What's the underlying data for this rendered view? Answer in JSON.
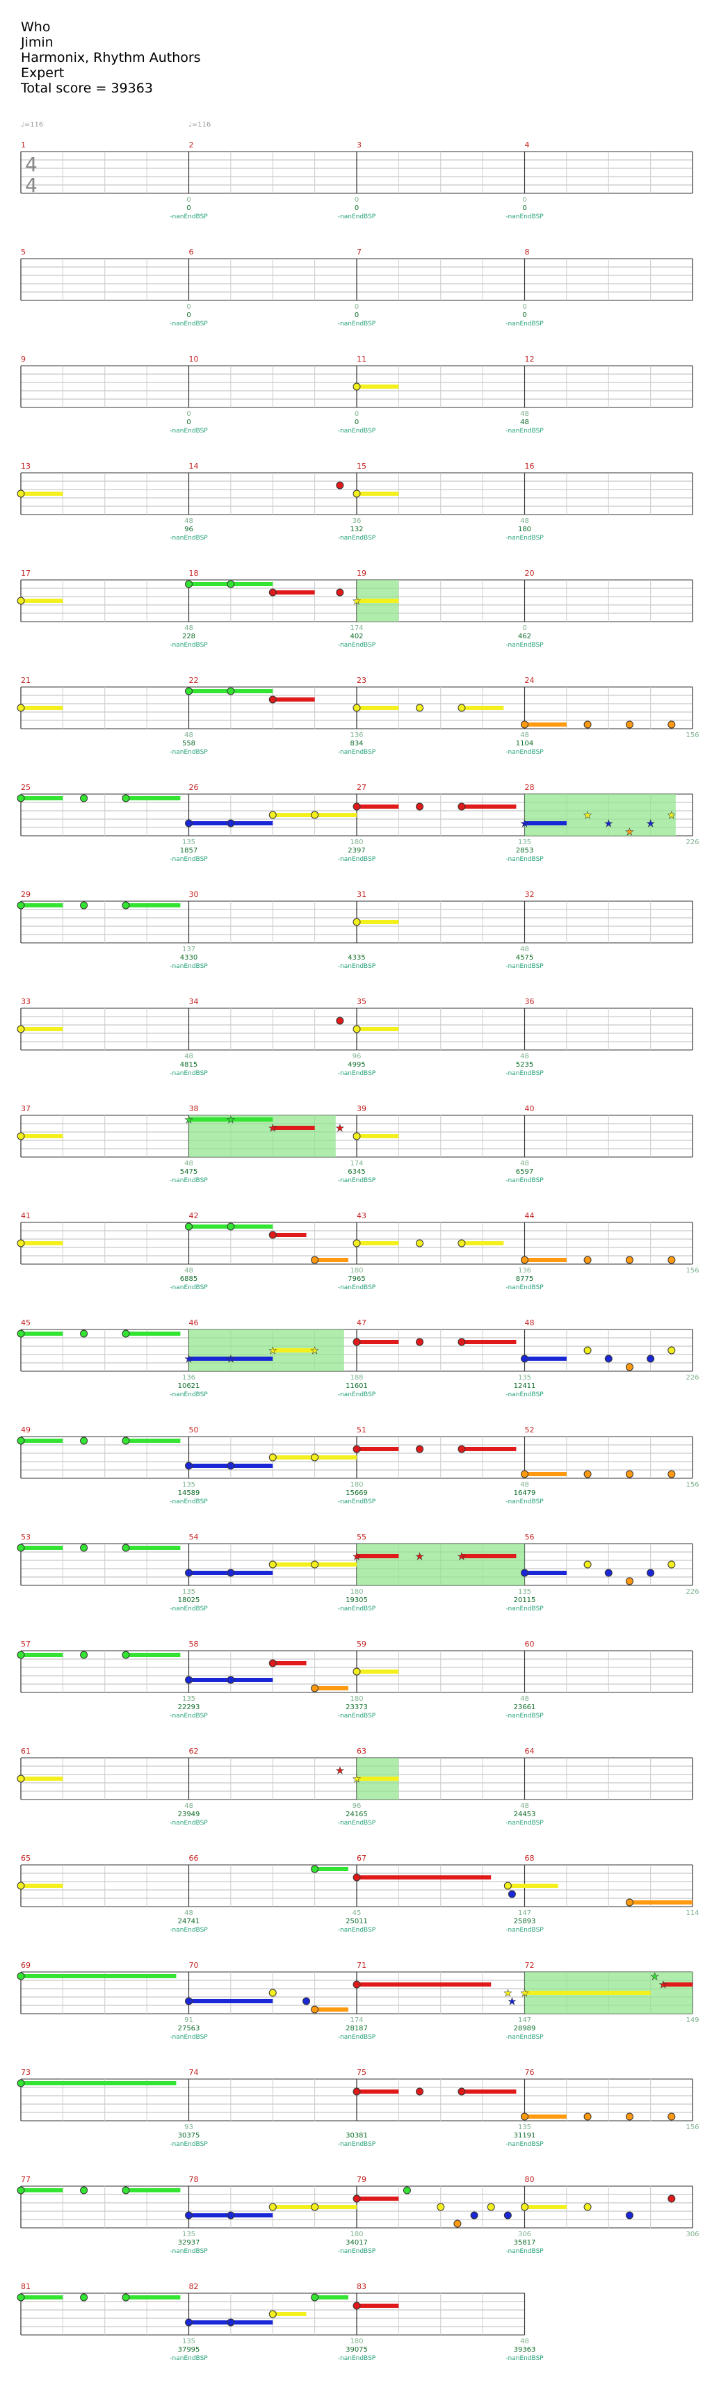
{
  "header": {
    "song_title": "Who",
    "artist": "Jimin",
    "charter": "Harmonix, Rhythm Authors",
    "difficulty": "Expert",
    "total_score": "Total score = 39363"
  },
  "tempo_markers": [
    "♩=116",
    "♩=116"
  ],
  "time_signature": [
    "4",
    "4"
  ],
  "colors": {
    "green": "#33e433",
    "red": "#e01a1a",
    "yellow": "#f4f01e",
    "blue": "#1a27d6",
    "orange": "#ff9a10",
    "measure_number": "#c42020",
    "score_text": "#0f6e2a",
    "mult_text": "#7fb38f",
    "sp_text": "#22a07a",
    "sp_fill": "#8fe58a"
  },
  "sp_label": "-nanEndBSP",
  "chart_data": {
    "type": "rhythm-game-chart",
    "rows": [
      {
        "measures": [
          1,
          2,
          3,
          4
        ],
        "mults": [
          "",
          "0",
          "0",
          "0"
        ],
        "scores": [
          "",
          "0",
          "0",
          "0"
        ],
        "sp": [
          false,
          true,
          true,
          true
        ]
      },
      {
        "measures": [
          5,
          6,
          7,
          8
        ],
        "mults": [
          "",
          "0",
          "0",
          "0"
        ],
        "scores": [
          "",
          "0",
          "0",
          "0"
        ],
        "sp": [
          false,
          true,
          true,
          true
        ]
      },
      {
        "measures": [
          9,
          10,
          11,
          12
        ],
        "mults": [
          "",
          "0",
          "0",
          "48"
        ],
        "scores": [
          "",
          "0",
          "0",
          "48"
        ],
        "sp": [
          false,
          true,
          true,
          true
        ]
      },
      {
        "measures": [
          13,
          14,
          15,
          16
        ],
        "mults": [
          "",
          "48",
          "36",
          "48"
        ],
        "scores": [
          "",
          "96",
          "132",
          "180"
        ],
        "sp": [
          false,
          true,
          true,
          true
        ]
      },
      {
        "measures": [
          17,
          18,
          19,
          20
        ],
        "mults": [
          "",
          "48",
          "174",
          "0"
        ],
        "scores": [
          "",
          "228",
          "402",
          "462"
        ],
        "sp": [
          false,
          true,
          true,
          true
        ]
      },
      {
        "measures": [
          21,
          22,
          23,
          24
        ],
        "mults": [
          "",
          "48",
          "136",
          "48"
        ],
        "scores": [
          "",
          "558",
          "834",
          "1104"
        ],
        "extra": "156",
        "sp": [
          false,
          true,
          true,
          true
        ]
      },
      {
        "measures": [
          25,
          26,
          27,
          28
        ],
        "mults": [
          "",
          "135",
          "180",
          "135"
        ],
        "scores": [
          "",
          "1857",
          "2397",
          "2853"
        ],
        "extra": "226",
        "sp": [
          false,
          true,
          true,
          true
        ]
      },
      {
        "measures": [
          29,
          30,
          31,
          32
        ],
        "mults": [
          "",
          "137",
          "",
          "48"
        ],
        "scores": [
          "",
          "4330",
          "4335",
          "4575"
        ],
        "sp": [
          false,
          true,
          true,
          true
        ]
      },
      {
        "measures": [
          33,
          34,
          35,
          36
        ],
        "mults": [
          "",
          "48",
          "96",
          "48"
        ],
        "scores": [
          "",
          "4815",
          "4995",
          "5235"
        ],
        "sp": [
          false,
          true,
          true,
          true
        ]
      },
      {
        "measures": [
          37,
          38,
          39,
          40
        ],
        "mults": [
          "",
          "48",
          "174",
          "48"
        ],
        "scores": [
          "",
          "5475",
          "6345",
          "6597"
        ],
        "sp": [
          false,
          true,
          true,
          true
        ]
      },
      {
        "measures": [
          41,
          42,
          43,
          44
        ],
        "mults": [
          "",
          "48",
          "180",
          "136"
        ],
        "scores": [
          "",
          "6885",
          "7965",
          "8775"
        ],
        "extra": "156",
        "sp": [
          false,
          true,
          true,
          true
        ]
      },
      {
        "measures": [
          45,
          46,
          47,
          48
        ],
        "mults": [
          "",
          "136",
          "188",
          "135"
        ],
        "scores": [
          "",
          "10621",
          "11601",
          "12411"
        ],
        "extra": "226",
        "sp": [
          false,
          true,
          true,
          true
        ]
      },
      {
        "measures": [
          49,
          50,
          51,
          52
        ],
        "mults": [
          "",
          "135",
          "180",
          "48"
        ],
        "scores": [
          "",
          "14589",
          "15669",
          "16479"
        ],
        "extra": "156",
        "sp": [
          false,
          true,
          true,
          true
        ]
      },
      {
        "measures": [
          53,
          54,
          55,
          56
        ],
        "mults": [
          "",
          "135",
          "180",
          "135"
        ],
        "scores": [
          "",
          "18025",
          "19305",
          "20115"
        ],
        "extra": "226",
        "sp": [
          false,
          true,
          true,
          true
        ]
      },
      {
        "measures": [
          57,
          58,
          59,
          60
        ],
        "mults": [
          "",
          "135",
          "180",
          "48"
        ],
        "scores": [
          "",
          "22293",
          "23373",
          "23661"
        ],
        "sp": [
          false,
          true,
          true,
          true
        ]
      },
      {
        "measures": [
          61,
          62,
          63,
          64
        ],
        "mults": [
          "",
          "48",
          "96",
          "48"
        ],
        "scores": [
          "",
          "23949",
          "24165",
          "24453"
        ],
        "sp": [
          false,
          true,
          true,
          true
        ]
      },
      {
        "measures": [
          65,
          66,
          67,
          68
        ],
        "mults": [
          "",
          "48",
          "45",
          "147"
        ],
        "scores": [
          "",
          "24741",
          "25011",
          "25893"
        ],
        "extra": "114",
        "sp": [
          false,
          true,
          true,
          true
        ]
      },
      {
        "measures": [
          69,
          70,
          71,
          72
        ],
        "mults": [
          "",
          "91",
          "174",
          "147"
        ],
        "scores": [
          "",
          "27563",
          "28187",
          "28989"
        ],
        "extra": "149",
        "sp": [
          false,
          true,
          true,
          true
        ]
      },
      {
        "measures": [
          73,
          74,
          75,
          76
        ],
        "mults": [
          "",
          "93",
          "",
          "135"
        ],
        "scores": [
          "",
          "30375",
          "30381",
          "31191"
        ],
        "extra": "156",
        "sp": [
          false,
          true,
          true,
          true
        ]
      },
      {
        "measures": [
          77,
          78,
          79,
          80
        ],
        "mults": [
          "",
          "135",
          "180",
          "306"
        ],
        "scores": [
          "",
          "32937",
          "34017",
          "35817"
        ],
        "extra": "306",
        "sp": [
          false,
          true,
          true,
          true
        ]
      },
      {
        "measures": [
          81,
          82,
          83
        ],
        "mults": [
          "",
          "135",
          "180",
          "48"
        ],
        "scores": [
          "",
          "37995",
          "39075",
          "39363"
        ],
        "sp": [
          false,
          true,
          true,
          true
        ]
      }
    ]
  }
}
